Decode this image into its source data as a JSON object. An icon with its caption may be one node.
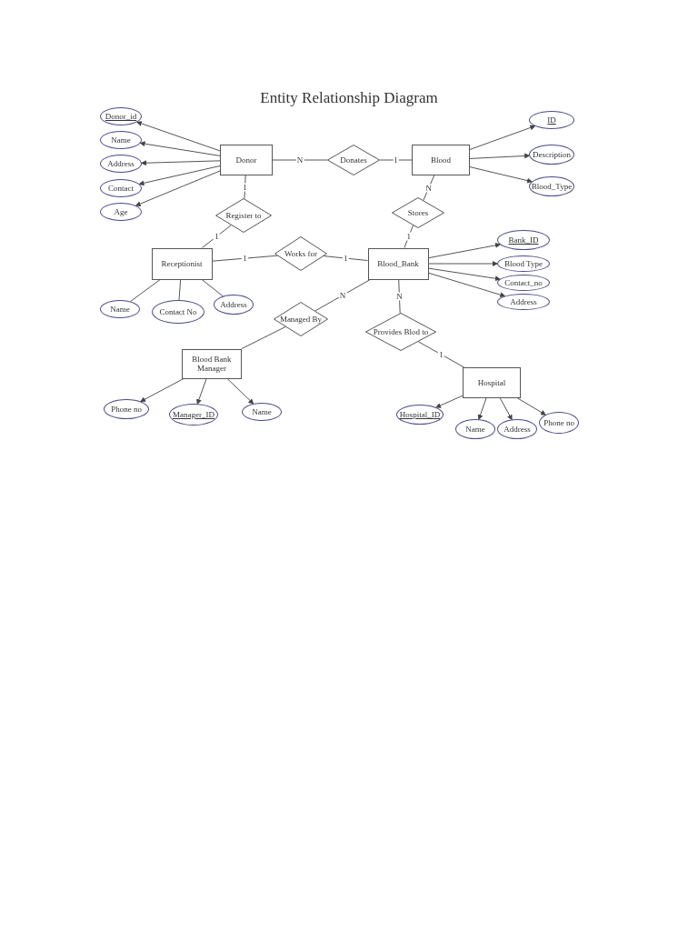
{
  "diagram": {
    "title": "Entity Relationship Diagram",
    "nodes": [
      {
        "text": [
          "Donor"
        ]
      },
      {
        "text": [
          "Donates"
        ]
      },
      {
        "text": [
          "Blood"
        ]
      },
      {
        "text": [
          "Donor_id"
        ]
      },
      {
        "text": [
          "Name"
        ]
      },
      {
        "text": [
          "Address"
        ]
      },
      {
        "text": [
          "Contact"
        ]
      },
      {
        "text": [
          "Age"
        ]
      },
      {
        "text": [
          "ID"
        ]
      },
      {
        "text": [
          "Description"
        ]
      },
      {
        "text": [
          "Blood_Type"
        ]
      },
      {
        "text": [
          "Register to"
        ]
      },
      {
        "text": [
          "Stores"
        ]
      },
      {
        "text": [
          "Receptionist"
        ]
      },
      {
        "text": [
          "Works for"
        ]
      },
      {
        "text": [
          "Blood_Bank"
        ]
      },
      {
        "text": [
          "Bank_ID"
        ]
      },
      {
        "text": [
          "Blood Type"
        ]
      },
      {
        "text": [
          "Contact_no"
        ]
      },
      {
        "text": [
          "Address"
        ]
      },
      {
        "text": [
          "Name"
        ]
      },
      {
        "text": [
          "Contact No"
        ]
      },
      {
        "text": [
          "Address"
        ]
      },
      {
        "text": [
          "Managed By"
        ]
      },
      {
        "text": [
          "Provides Blod to"
        ]
      },
      {
        "text": [
          "Blood Bank Manager"
        ]
      },
      {
        "text": [
          "Hospital"
        ]
      },
      {
        "text": [
          "Phone no"
        ]
      },
      {
        "text": [
          "Manager_ID"
        ]
      },
      {
        "text": [
          "Name"
        ]
      },
      {
        "text": [
          "Hospital_ID"
        ]
      },
      {
        "text": [
          "Name"
        ]
      },
      {
        "text": [
          "Address"
        ]
      },
      {
        "text": [
          "Phone no"
        ]
      }
    ],
    "edges": [
      {
        "from": 0,
        "to": 3,
        "arrow": "to"
      },
      {
        "from": 0,
        "to": 4,
        "arrow": "to"
      },
      {
        "from": 0,
        "to": 5,
        "arrow": "to"
      },
      {
        "from": 0,
        "to": 6,
        "arrow": "to"
      },
      {
        "from": 0,
        "to": 7,
        "arrow": "to"
      },
      {
        "from": 0,
        "to": 1,
        "arrow": "none",
        "label": "N"
      },
      {
        "from": 1,
        "to": 2,
        "arrow": "none",
        "label": "1"
      },
      {
        "from": 2,
        "to": 8,
        "arrow": "to"
      },
      {
        "from": 2,
        "to": 9,
        "arrow": "to"
      },
      {
        "from": 2,
        "to": 10,
        "arrow": "to"
      },
      {
        "from": 0,
        "to": 11,
        "arrow": "none",
        "label": "1"
      },
      {
        "from": 2,
        "to": 12,
        "arrow": "none",
        "label": "N"
      },
      {
        "from": 11,
        "to": 13,
        "arrow": "none",
        "label": "1"
      },
      {
        "from": 12,
        "to": 15,
        "arrow": "none",
        "label": "1"
      },
      {
        "from": 13,
        "to": 14,
        "arrow": "none",
        "label": "1"
      },
      {
        "from": 14,
        "to": 15,
        "arrow": "none",
        "label": "1"
      },
      {
        "from": 15,
        "to": 16,
        "arrow": "to"
      },
      {
        "from": 15,
        "to": 17,
        "arrow": "to"
      },
      {
        "from": 15,
        "to": 18,
        "arrow": "to"
      },
      {
        "from": 15,
        "to": 19,
        "arrow": "to"
      },
      {
        "from": 13,
        "to": 20,
        "arrow": "none"
      },
      {
        "from": 13,
        "to": 21,
        "arrow": "none"
      },
      {
        "from": 13,
        "to": 22,
        "arrow": "none"
      },
      {
        "from": 15,
        "to": 23,
        "arrow": "none",
        "label": "N"
      },
      {
        "from": 15,
        "to": 24,
        "arrow": "none",
        "label": "N"
      },
      {
        "from": 23,
        "to": 25,
        "arrow": "none"
      },
      {
        "from": 24,
        "to": 26,
        "arrow": "none",
        "label": "1"
      },
      {
        "from": 25,
        "to": 27,
        "arrow": "to"
      },
      {
        "from": 25,
        "to": 28,
        "arrow": "to"
      },
      {
        "from": 25,
        "to": 29,
        "arrow": "to"
      },
      {
        "from": 26,
        "to": 30,
        "arrow": "to"
      },
      {
        "from": 26,
        "to": 31,
        "arrow": "to"
      },
      {
        "from": 26,
        "to": 32,
        "arrow": "to"
      },
      {
        "from": 26,
        "to": 33,
        "arrow": "to"
      }
    ]
  }
}
